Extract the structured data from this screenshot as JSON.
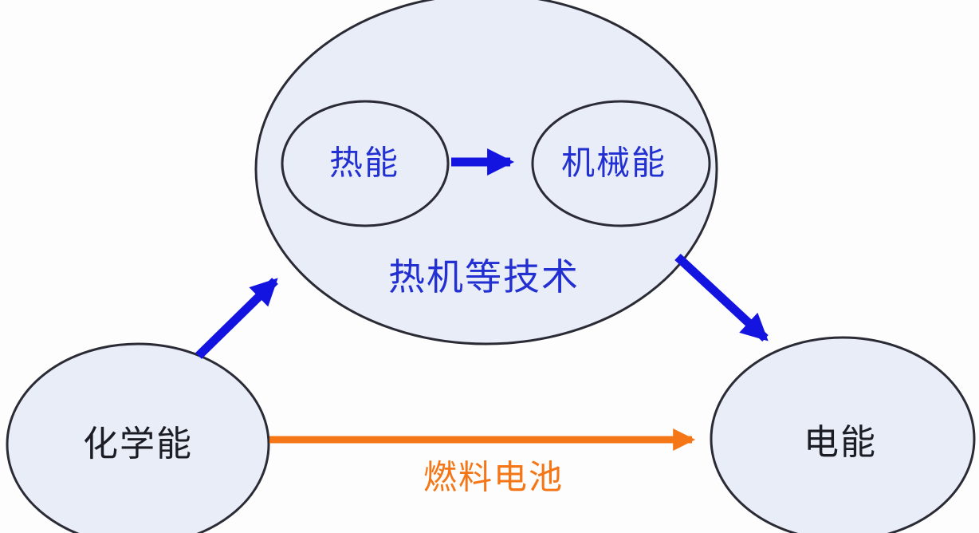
{
  "diagram": {
    "type": "energy-conversion-flow",
    "nodes": {
      "chemical": {
        "label": "化学能",
        "shape": "ellipse",
        "position": "bottom-left",
        "text_color": "#1c1c24"
      },
      "electrical": {
        "label": "电能",
        "shape": "ellipse",
        "position": "bottom-right",
        "text_color": "#1c1c24"
      },
      "heat_engine_group": {
        "label": "热机等技术",
        "shape": "ellipse",
        "position": "top-center",
        "text_color": "#2230d2"
      },
      "thermal": {
        "label": "热能",
        "shape": "ellipse",
        "parent": "heat_engine_group",
        "text_color": "#2230d2"
      },
      "mechanical": {
        "label": "机械能",
        "shape": "ellipse",
        "parent": "heat_engine_group",
        "text_color": "#2230d2"
      }
    },
    "edges": [
      {
        "from": "热能",
        "to": "机械能",
        "color": "#1414e0",
        "label": ""
      },
      {
        "from": "化学能",
        "to": "热机等技术",
        "color": "#1414e0",
        "label": ""
      },
      {
        "from": "热机等技术",
        "to": "电能",
        "color": "#1414e0",
        "label": ""
      },
      {
        "from": "化学能",
        "to": "电能",
        "color": "#f57616",
        "label": "燃料电池"
      }
    ],
    "colors": {
      "arrow_blue": "#1414e0",
      "arrow_orange": "#f57616",
      "label_blue": "#2230d2",
      "label_dark": "#1c1c24",
      "label_orange": "#f57616",
      "ellipse_fill": "#e8edf8",
      "ellipse_stroke": "#2b2b35",
      "background": "#fdfdfd"
    }
  }
}
